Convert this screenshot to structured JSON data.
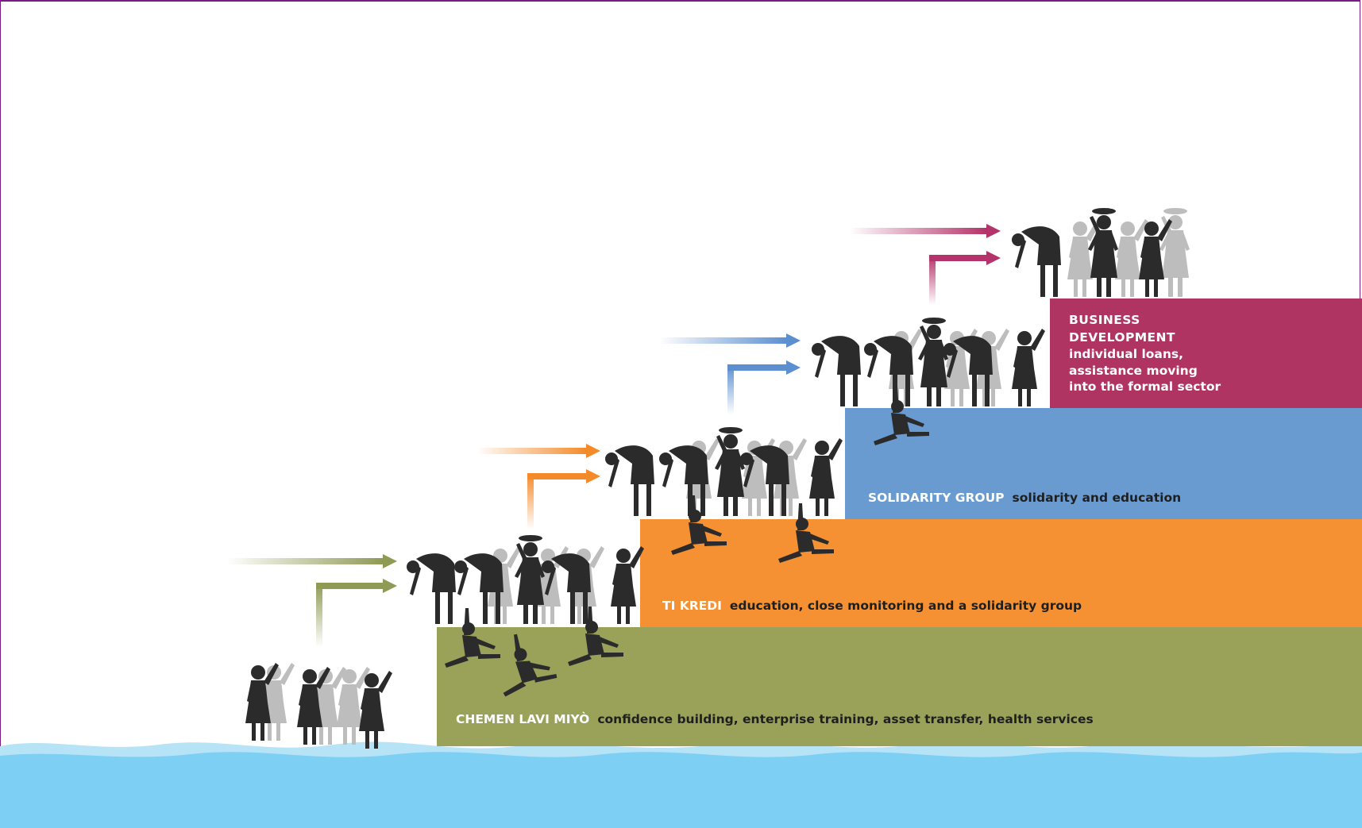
{
  "steps": [
    {
      "name": "CHEMEN LAVI MIYÒ",
      "description": "confidence building, enterprise training, asset transfer, health services",
      "color": "#9aa25a"
    },
    {
      "name": "TI KREDI",
      "description": "education, close monitoring and a solidarity group",
      "color": "#f59132"
    },
    {
      "name": "SOLIDARITY GROUP",
      "description": "solidarity and education",
      "color": "#6a9bd0"
    },
    {
      "name": "BUSINESS",
      "name_line2": "DEVELOPMENT",
      "description_lines": [
        "individual loans,",
        "assistance moving",
        "into the formal sector"
      ],
      "color": "#b03462"
    }
  ],
  "water": {
    "color": "#7dcff4",
    "wave_color": "#b7e3f6"
  },
  "arrow_colors": [
    "#8f9a55",
    "#f48a2a",
    "#5b8fd0",
    "#b4336a"
  ],
  "figure_colors": {
    "dark": "#2b2b2b",
    "light": "#bdbdbd"
  }
}
